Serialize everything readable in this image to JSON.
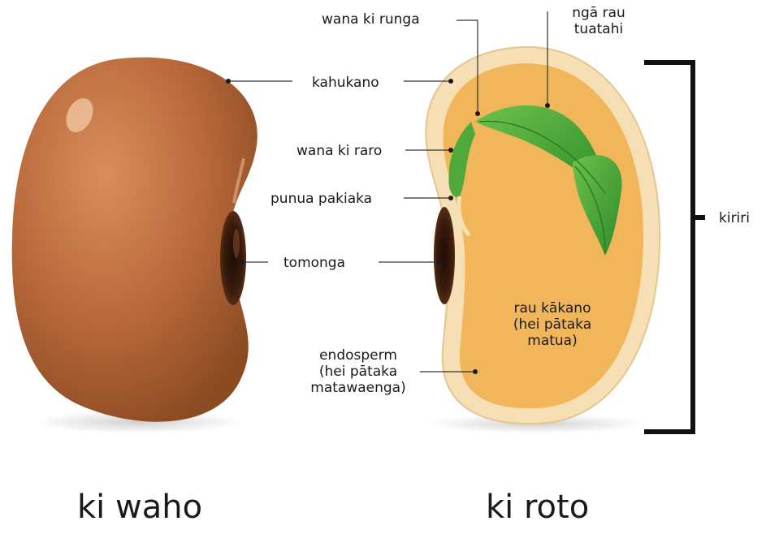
{
  "labels": {
    "wana_ki_runga": "wana ki runga",
    "nga_rau_tuatahi_1": "ngā rau",
    "nga_rau_tuatahi_2": "tuatahi",
    "kahukano": "kahukano",
    "wana_ki_raro": "wana ki raro",
    "punua_pakiaka": "punua pakiaka",
    "tomonga": "tomonga",
    "endosperm_1": "endosperm",
    "endosperm_2": "(hei pātaka",
    "endosperm_3": "matawaenga)",
    "rau_kakano_1": "rau kākano",
    "rau_kakano_2": "(hei pātaka",
    "rau_kakano_3": "matua)",
    "kiriri": "kiriri"
  },
  "captions": {
    "outside": "ki waho",
    "inside": "ki roto"
  },
  "colors": {
    "seed_coat_brown": "#b8683a",
    "seed_coat_light": "#d98e5c",
    "hilum_dark": "#3a1c0c",
    "testa_cream": "#f6dfb4",
    "endosperm_orange": "#f2b65a",
    "embryo_green": "#4ea83a",
    "leader_line": "#333333"
  }
}
